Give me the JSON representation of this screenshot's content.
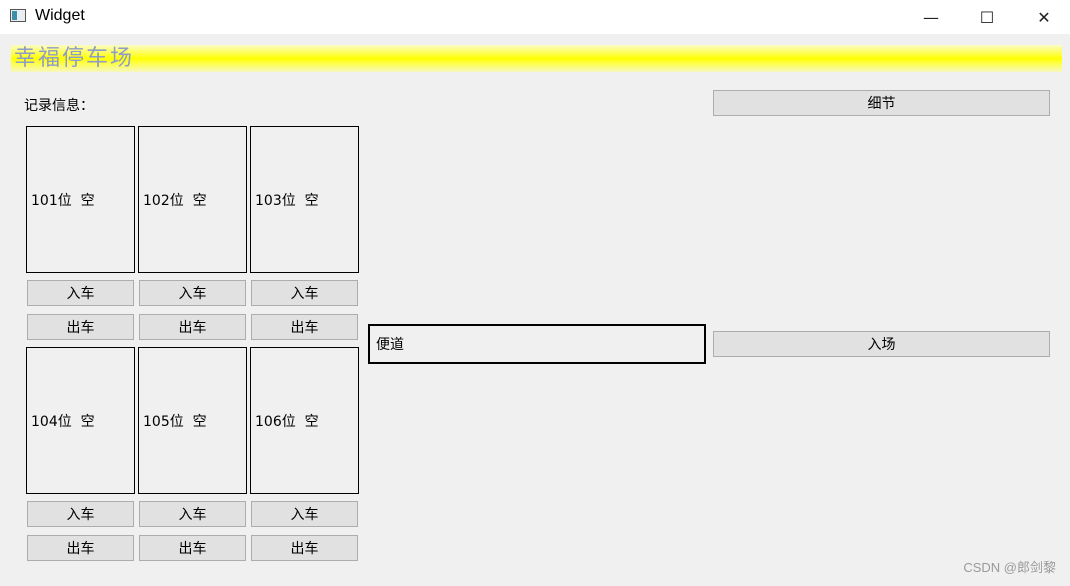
{
  "window": {
    "title": "Widget",
    "controls": {
      "minimize": "—",
      "maximize": "☐",
      "close": "✕"
    }
  },
  "banner": {
    "title": "幸福停车场"
  },
  "record": {
    "label": "记录信息："
  },
  "detail_button": "细节",
  "slots": [
    {
      "label": "101位  空"
    },
    {
      "label": "102位  空"
    },
    {
      "label": "103位  空"
    },
    {
      "label": "104位  空"
    },
    {
      "label": "105位  空"
    },
    {
      "label": "106位  空"
    }
  ],
  "enter_label": "入车",
  "exit_label": "出车",
  "aisle": {
    "label": "便道"
  },
  "entry_button": "入场",
  "watermark": "CSDN @郎剑黎"
}
